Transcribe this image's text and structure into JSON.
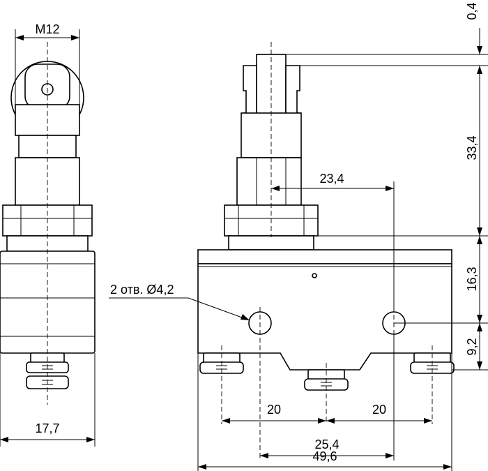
{
  "drawing": {
    "dimensions": {
      "thread": "M12",
      "side_width": "17,7",
      "lever_gap": "0,4",
      "plunger_height": "33,4",
      "plunger_offset": "23,4",
      "body_top": "16,3",
      "hole_height": "9,2",
      "terminal_left": "20",
      "terminal_right": "20",
      "hole_spacing": "25,4",
      "body_width": "49,6"
    },
    "callouts": {
      "holes": "2 отв. Ø4,2"
    }
  }
}
